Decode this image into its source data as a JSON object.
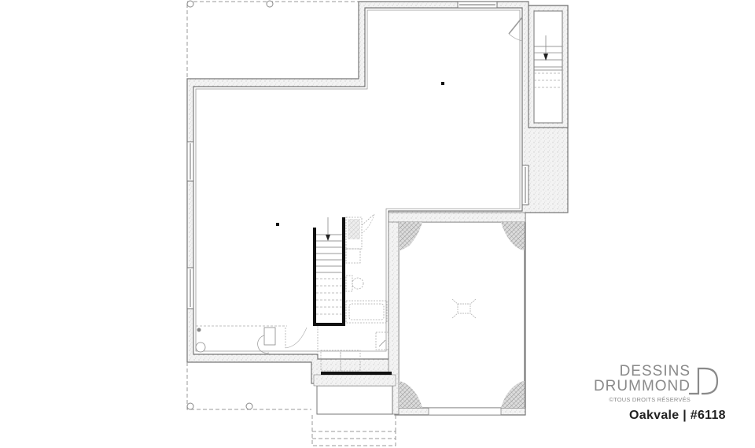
{
  "drawing": {
    "type": "basement floor plan",
    "rooms": [
      {
        "id": "main-open-area",
        "label": ""
      },
      {
        "id": "garage-bay-area",
        "label": ""
      },
      {
        "id": "exterior-stair",
        "label": ""
      },
      {
        "id": "interior-stair",
        "label": ""
      },
      {
        "id": "bathroom",
        "label": ""
      },
      {
        "id": "mechanical-room",
        "label": ""
      },
      {
        "id": "cold-room",
        "label": ""
      }
    ],
    "colors": {
      "wall_fill": "#eeeeee",
      "wall_line": "#777777",
      "dashed_line": "#999999",
      "stair_wall": "#111111",
      "hatch": "#9a9a9a"
    }
  },
  "branding": {
    "logo_line1": "DESSINS",
    "logo_line2": "DRUMMOND",
    "rights": "©TOUS DROITS RÉSERVÉS",
    "caption": "Oakvale | #6118"
  }
}
